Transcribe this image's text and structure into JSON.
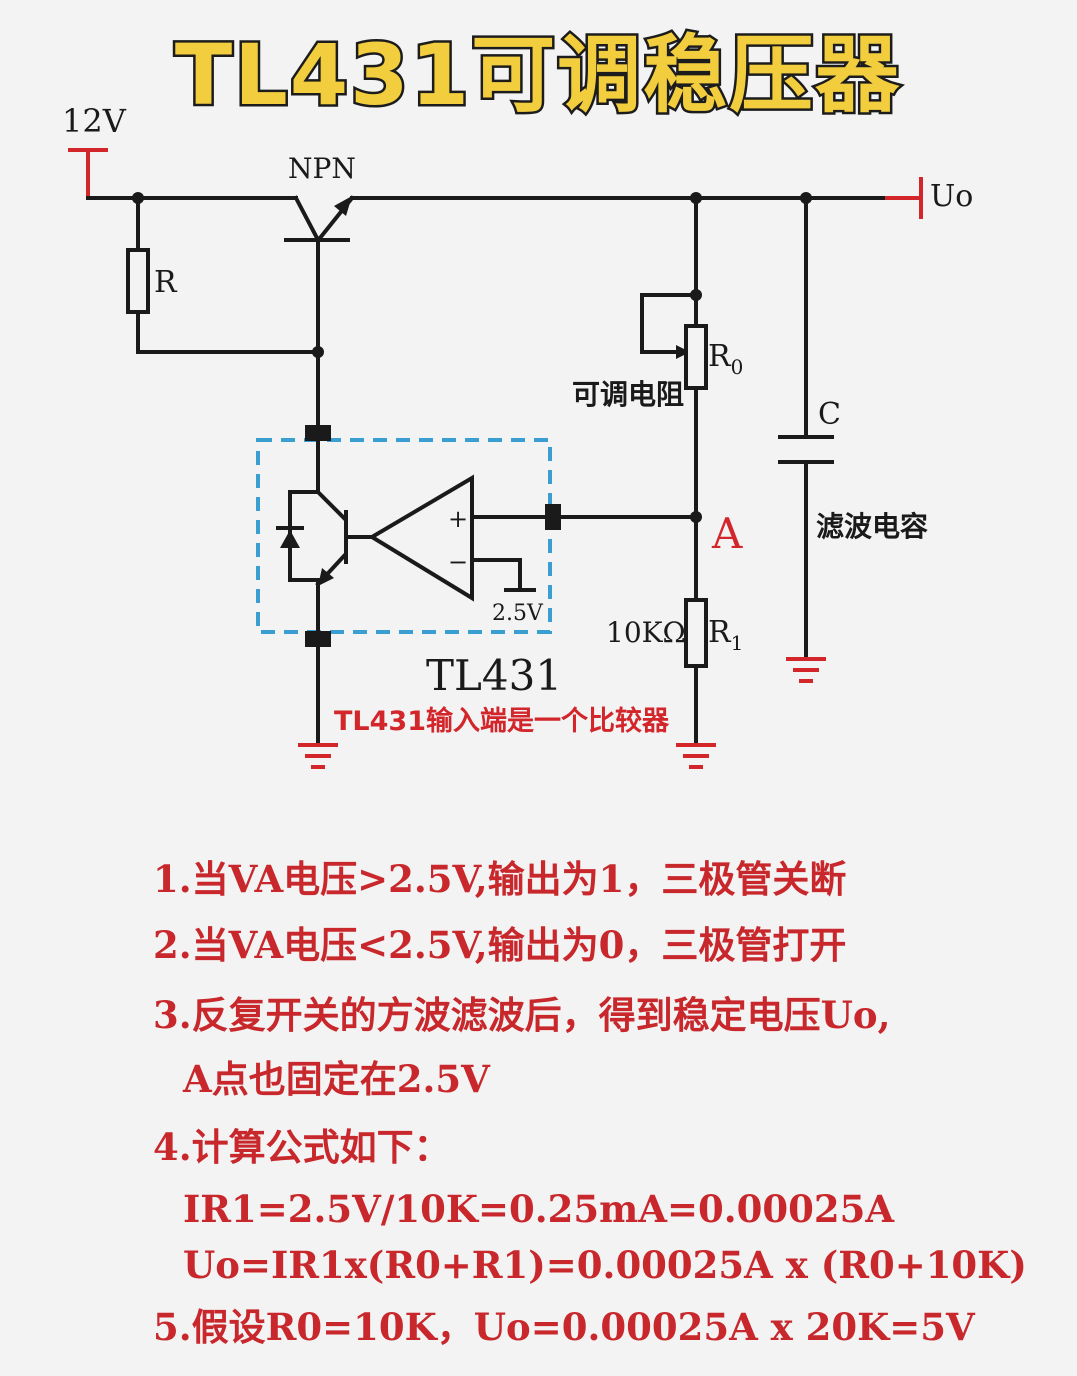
{
  "title": "TL431可调稳压器",
  "circuit": {
    "input_label": "12V",
    "transistor_label": "NPN",
    "resistor_r_label": "R",
    "output_label": "Uo",
    "pot_label": "R",
    "pot_sub": "0",
    "pot_caption": "可调电阻",
    "capacitor_label": "C",
    "capacitor_caption": "滤波电容",
    "node_a_label": "A",
    "r1_value": "10KΩ",
    "r1_label": "R",
    "r1_sub": "1",
    "ref_voltage": "2.5V",
    "ic_label": "TL431",
    "ic_caption": "TL431输入端是一个比较器"
  },
  "rules": [
    "1.当VA电压>2.5V,输出为1，三极管关断",
    "2.当VA电压<2.5V,输出为0，三极管打开",
    "3.反复开关的方波滤波后，得到稳定电压Uo,",
    "A点也固定在2.5V",
    "4.计算公式如下：",
    "IR1=2.5V/10K=0.25mA=0.00025A",
    "Uo=IR1x(R0+R1)=0.00025A x (R0+10K)",
    "5.假设R0=10K，Uo=0.00025A x 20K=5V"
  ],
  "colors": {
    "title_fill": "#f2cd3d",
    "accent_red": "#d3262b",
    "box_blue": "#3a9fd0",
    "wire": "#1a1a1a",
    "background": "#f3f3f3"
  }
}
